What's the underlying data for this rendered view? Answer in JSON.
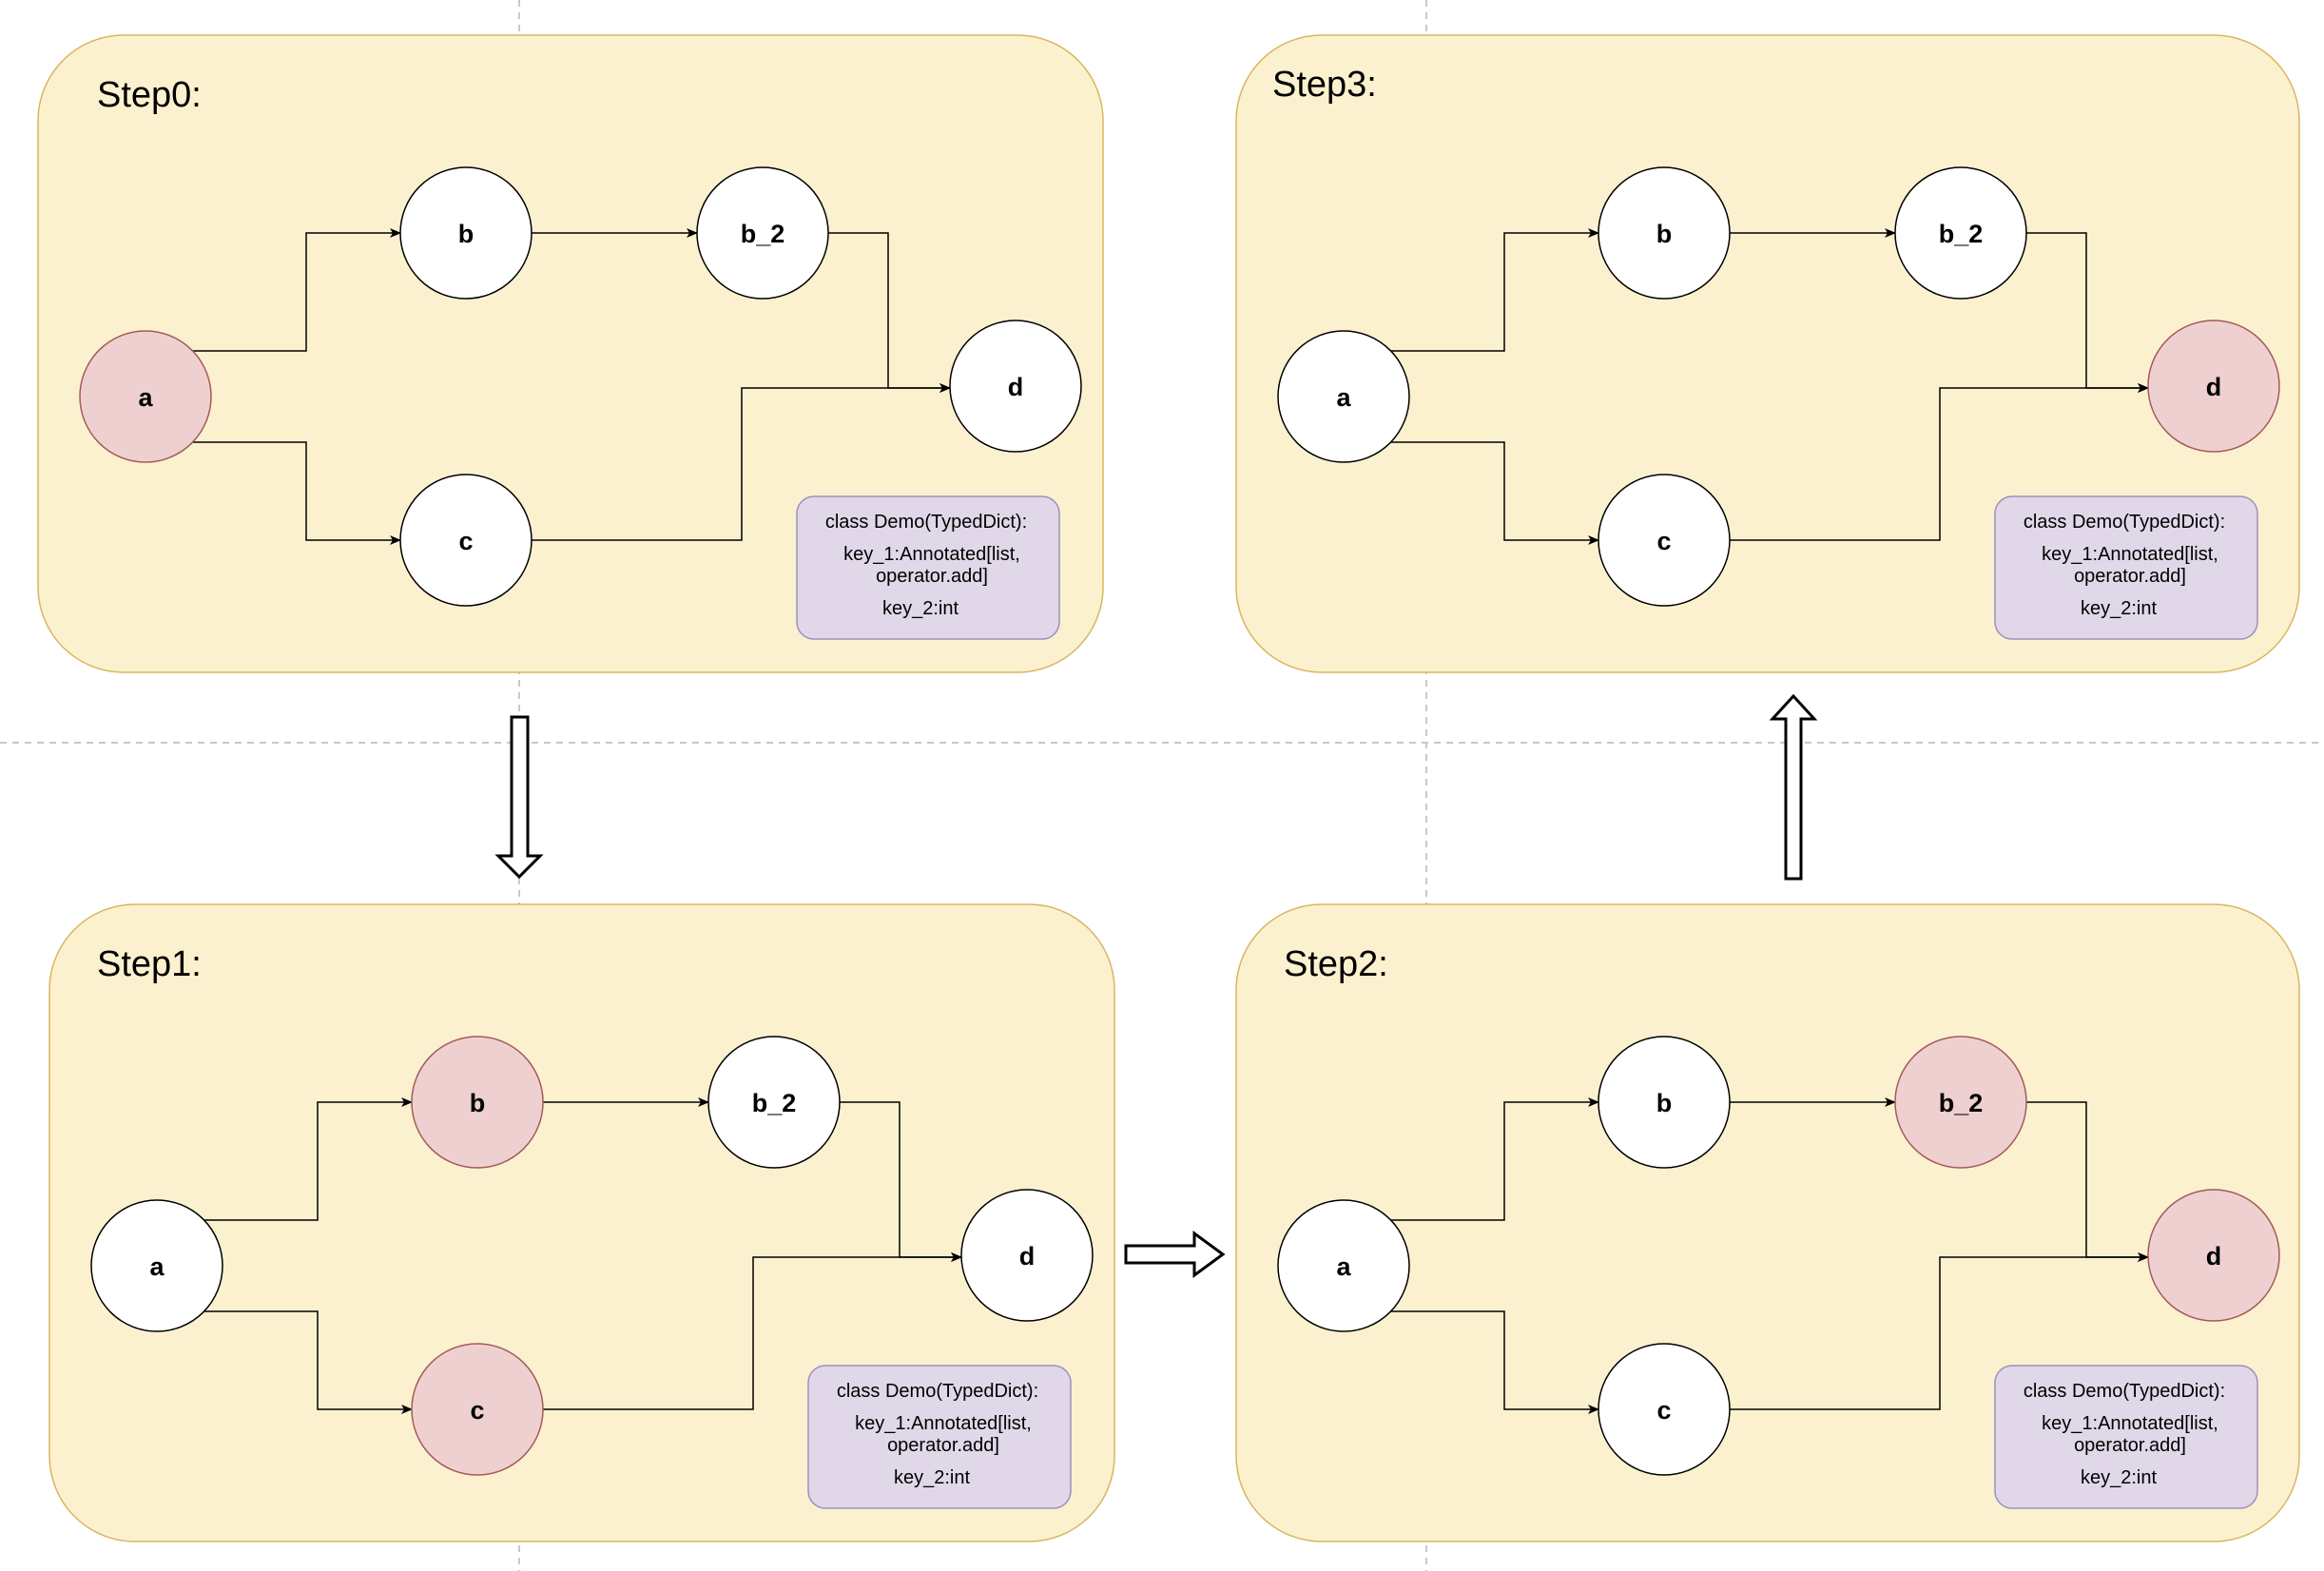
{
  "panels": [
    {
      "id": "step0",
      "title": "Step0:",
      "nodes": [
        {
          "id": "a",
          "label": "a",
          "active": true
        },
        {
          "id": "b",
          "label": "b",
          "active": false
        },
        {
          "id": "b_2",
          "label": "b_2",
          "active": false
        },
        {
          "id": "c",
          "label": "c",
          "active": false
        },
        {
          "id": "d",
          "label": "d",
          "active": false
        }
      ]
    },
    {
      "id": "step1",
      "title": "Step1:",
      "nodes": [
        {
          "id": "a",
          "label": "a",
          "active": false
        },
        {
          "id": "b",
          "label": "b",
          "active": true
        },
        {
          "id": "b_2",
          "label": "b_2",
          "active": false
        },
        {
          "id": "c",
          "label": "c",
          "active": true
        },
        {
          "id": "d",
          "label": "d",
          "active": false
        }
      ]
    },
    {
      "id": "step2",
      "title": "Step2:",
      "nodes": [
        {
          "id": "a",
          "label": "a",
          "active": false
        },
        {
          "id": "b",
          "label": "b",
          "active": false
        },
        {
          "id": "b_2",
          "label": "b_2",
          "active": true
        },
        {
          "id": "c",
          "label": "c",
          "active": false
        },
        {
          "id": "d",
          "label": "d",
          "active": true
        }
      ]
    },
    {
      "id": "step3",
      "title": "Step3:",
      "nodes": [
        {
          "id": "a",
          "label": "a",
          "active": false
        },
        {
          "id": "b",
          "label": "b",
          "active": false
        },
        {
          "id": "b_2",
          "label": "b_2",
          "active": false
        },
        {
          "id": "c",
          "label": "c",
          "active": false
        },
        {
          "id": "d",
          "label": "d",
          "active": true
        }
      ]
    }
  ],
  "edges": [
    [
      "a",
      "b"
    ],
    [
      "a",
      "c"
    ],
    [
      "b",
      "b_2"
    ],
    [
      "b_2",
      "d"
    ],
    [
      "c",
      "d"
    ]
  ],
  "note": {
    "line1": "class Demo(TypedDict):",
    "line2": "key_1:Annotated[list,",
    "line3": "operator.add]",
    "line4": "key_2:int"
  },
  "transitions": [
    {
      "from": "step0",
      "to": "step1",
      "direction": "down"
    },
    {
      "from": "step1",
      "to": "step2",
      "direction": "right"
    },
    {
      "from": "step2",
      "to": "step3",
      "direction": "up"
    }
  ],
  "colors": {
    "panel_fill": "#fcf1cf",
    "panel_border": "#d9b55e",
    "active_node_fill": "#efd0d0",
    "active_node_border": "#a35a5a",
    "node_fill": "#ffffff",
    "note_fill": "#e0d8e8",
    "note_border": "#9d8fbd"
  }
}
